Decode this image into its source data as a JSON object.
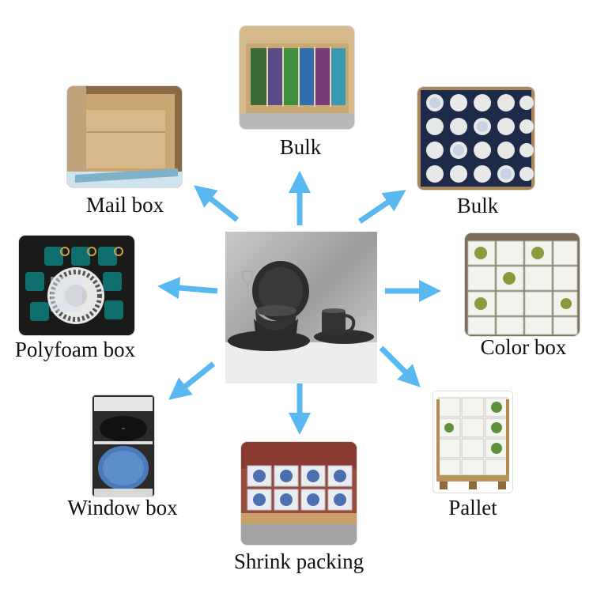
{
  "colors": {
    "arrow": "#5ab8f0",
    "label": "#111111"
  },
  "center": {
    "icon": "black-dinnerware-set-photo"
  },
  "nodes": [
    {
      "id": "bulk-top",
      "label": "Bulk",
      "icon": "bulk-plates-photo"
    },
    {
      "id": "bulk-right",
      "label": "Bulk",
      "icon": "bulk-mugs-photo"
    },
    {
      "id": "mail-box",
      "label": "Mail box",
      "icon": "mail-box-photo"
    },
    {
      "id": "polyfoam-box",
      "label": "Polyfoam box",
      "icon": "polyfoam-box-photo"
    },
    {
      "id": "color-box",
      "label": "Color box",
      "icon": "color-box-photo"
    },
    {
      "id": "window-box",
      "label": "Window box",
      "icon": "window-box-photo"
    },
    {
      "id": "shrink-packing",
      "label": "Shrink packing",
      "icon": "shrink-packing-photo"
    },
    {
      "id": "pallet",
      "label": "Pallet",
      "icon": "pallet-photo"
    }
  ]
}
